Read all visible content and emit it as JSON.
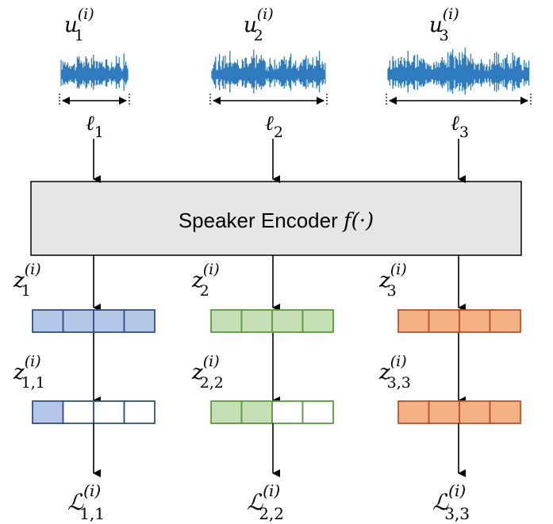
{
  "colors": {
    "waveform": "#2e7bc0",
    "encoder_fill": "#e6e6e6",
    "blue_fill": "#b4c7e7",
    "blue_stroke": "#2f4f8a",
    "green_fill": "#c5e0b4",
    "green_stroke": "#5b9a3c",
    "orange_fill": "#f4b183",
    "orange_stroke": "#c0502a"
  },
  "encoder": {
    "label": "Speaker Encoder",
    "func": "f(·)"
  },
  "columns": [
    {
      "utterance": {
        "base": "u",
        "sub": "1",
        "sup": "(i)"
      },
      "length": {
        "base": "ℓ",
        "sub": "1"
      },
      "z": {
        "base": "z",
        "sub": "1",
        "sup": "(i)"
      },
      "z_sub": {
        "base": "z",
        "sub": "1,1",
        "sup": "(i)"
      },
      "loss": {
        "base": "ℒ",
        "sub": "1,1",
        "sup": "(i)"
      },
      "color": "blue",
      "cells_total": 4,
      "cells_filled_sub": 1,
      "waveform_icon": "waveform-short-icon"
    },
    {
      "utterance": {
        "base": "u",
        "sub": "2",
        "sup": "(i)"
      },
      "length": {
        "base": "ℓ",
        "sub": "2"
      },
      "z": {
        "base": "z",
        "sub": "2",
        "sup": "(i)"
      },
      "z_sub": {
        "base": "z",
        "sub": "2,2",
        "sup": "(i)"
      },
      "loss": {
        "base": "ℒ",
        "sub": "2,2",
        "sup": "(i)"
      },
      "color": "green",
      "cells_total": 4,
      "cells_filled_sub": 2,
      "waveform_icon": "waveform-medium-icon"
    },
    {
      "utterance": {
        "base": "u",
        "sub": "3",
        "sup": "(i)"
      },
      "length": {
        "base": "ℓ",
        "sub": "3"
      },
      "z": {
        "base": "z",
        "sub": "3",
        "sup": "(i)"
      },
      "z_sub": {
        "base": "z",
        "sub": "3,3",
        "sup": "(i)"
      },
      "loss": {
        "base": "ℒ",
        "sub": "3,3",
        "sup": "(i)"
      },
      "color": "orange",
      "cells_total": 4,
      "cells_filled_sub": 4,
      "waveform_icon": "waveform-long-icon"
    }
  ]
}
